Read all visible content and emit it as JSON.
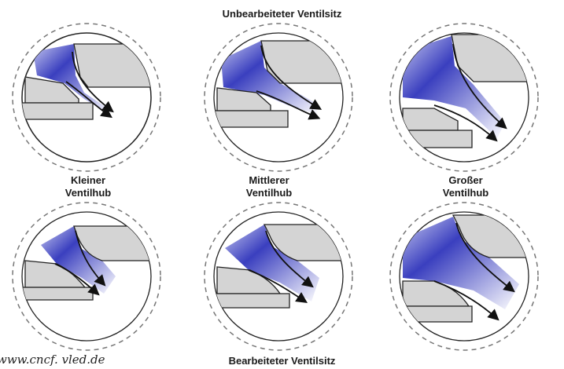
{
  "diagram": {
    "top_title": "Unbearbeiteter Ventilsitz",
    "bottom_title": "Bearbeiteter Ventilsitz",
    "lift_labels": [
      {
        "line1": "Kleiner",
        "line2": "Ventilhub"
      },
      {
        "line1": "Mittlerer",
        "line2": "Ventilhub"
      },
      {
        "line1": "Großer",
        "line2": "Ventilhub"
      }
    ],
    "watermark": "www.cncf. vled.de",
    "colors": {
      "flow_dark": "#3a3fbf",
      "flow_light": "#ffffff",
      "seat_gray": "#d4d4d4",
      "outline": "#222222",
      "dashed_ring": "#777777"
    }
  }
}
